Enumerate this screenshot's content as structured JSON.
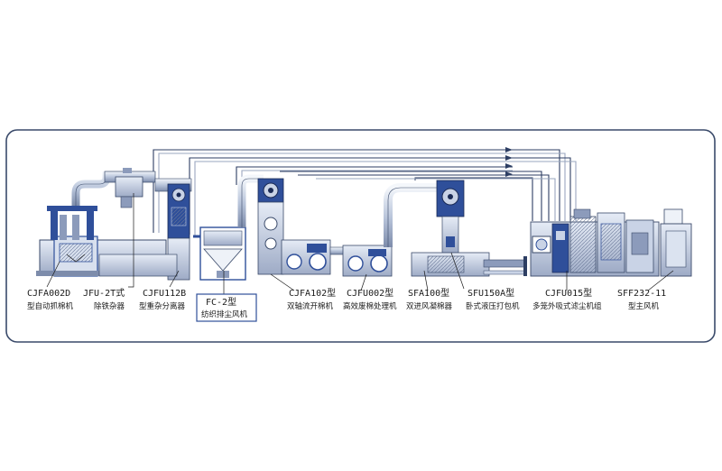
{
  "colors": {
    "frame": "#3a4a6a",
    "machine_blue": "#2f4f9a",
    "steel_light": "#c9d3e6",
    "steel_mid": "#8c9bbb",
    "pipe_dark": "#2d3e63"
  },
  "machines": [
    {
      "id": "m1",
      "model": "CJFA002D",
      "name": "型自动抓棉机"
    },
    {
      "id": "m2",
      "model": "JFU-2T式",
      "name": "除铁杂器"
    },
    {
      "id": "m3",
      "model": "CJFU112B",
      "name": "型重杂分离器"
    },
    {
      "id": "m4",
      "model": "FC-2型",
      "name": "纺织排尘风机"
    },
    {
      "id": "m5",
      "model": "CJFA102型",
      "name": "双轴流开棉机"
    },
    {
      "id": "m6",
      "model": "CJFU002型",
      "name": "高效废棉处理机"
    },
    {
      "id": "m7",
      "model": "SFA100型",
      "name": "双进风凝棉器"
    },
    {
      "id": "m8",
      "model": "SFU150A型",
      "name": "卧式液压打包机"
    },
    {
      "id": "m9",
      "model": "CJFU015型",
      "name": "多笼外吸式滤尘机组"
    },
    {
      "id": "m10",
      "model": "SFF232-11",
      "name": "型主风机"
    }
  ]
}
